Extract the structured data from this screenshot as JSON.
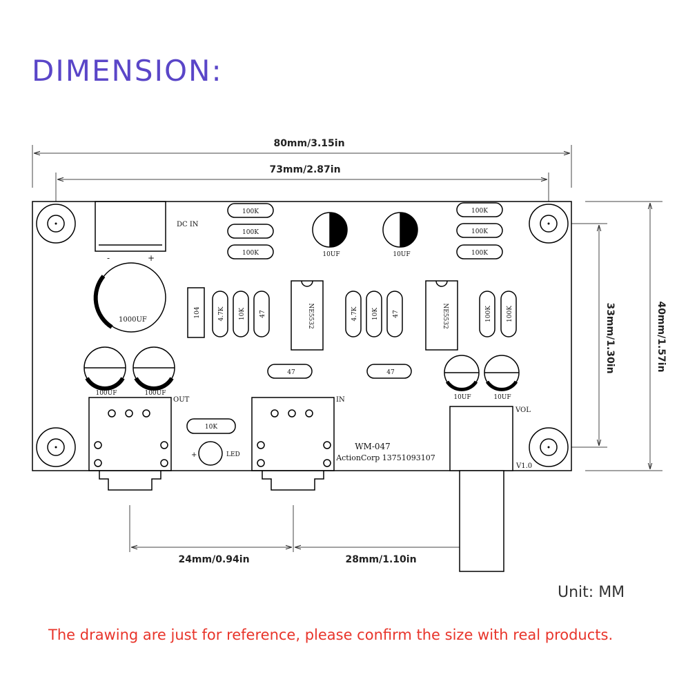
{
  "title": "DIMENSION:",
  "unit_label": "Unit: MM",
  "disclaimer": "The drawing are just for reference, please confirm the size with real products.",
  "dimensions": {
    "width_total": "80mm/3.15in",
    "hole_spacing_h": "73mm/2.87in",
    "height_total": "40mm/1.57in",
    "hole_spacing_v": "33mm/1.30in",
    "jack_spacing": "24mm/0.94in",
    "jack_to_pot": "28mm/1.10in"
  },
  "board": {
    "dc_in": "DC IN",
    "minus": "-",
    "plus": "+",
    "cap_main": "1000UF",
    "ic": "NE5532",
    "res_100k": "100K",
    "res_4k7": "4.7K",
    "res_10k": "10K",
    "res_47": "47",
    "cap_104": "104",
    "cap_10uf": "10UF",
    "cap_100uf": "100UF",
    "out": "OUT",
    "in": "IN",
    "led": "LED",
    "vol": "VOL",
    "version": "V1.0",
    "model": "WM-047",
    "maker": "ActionCorp 13751093107"
  }
}
